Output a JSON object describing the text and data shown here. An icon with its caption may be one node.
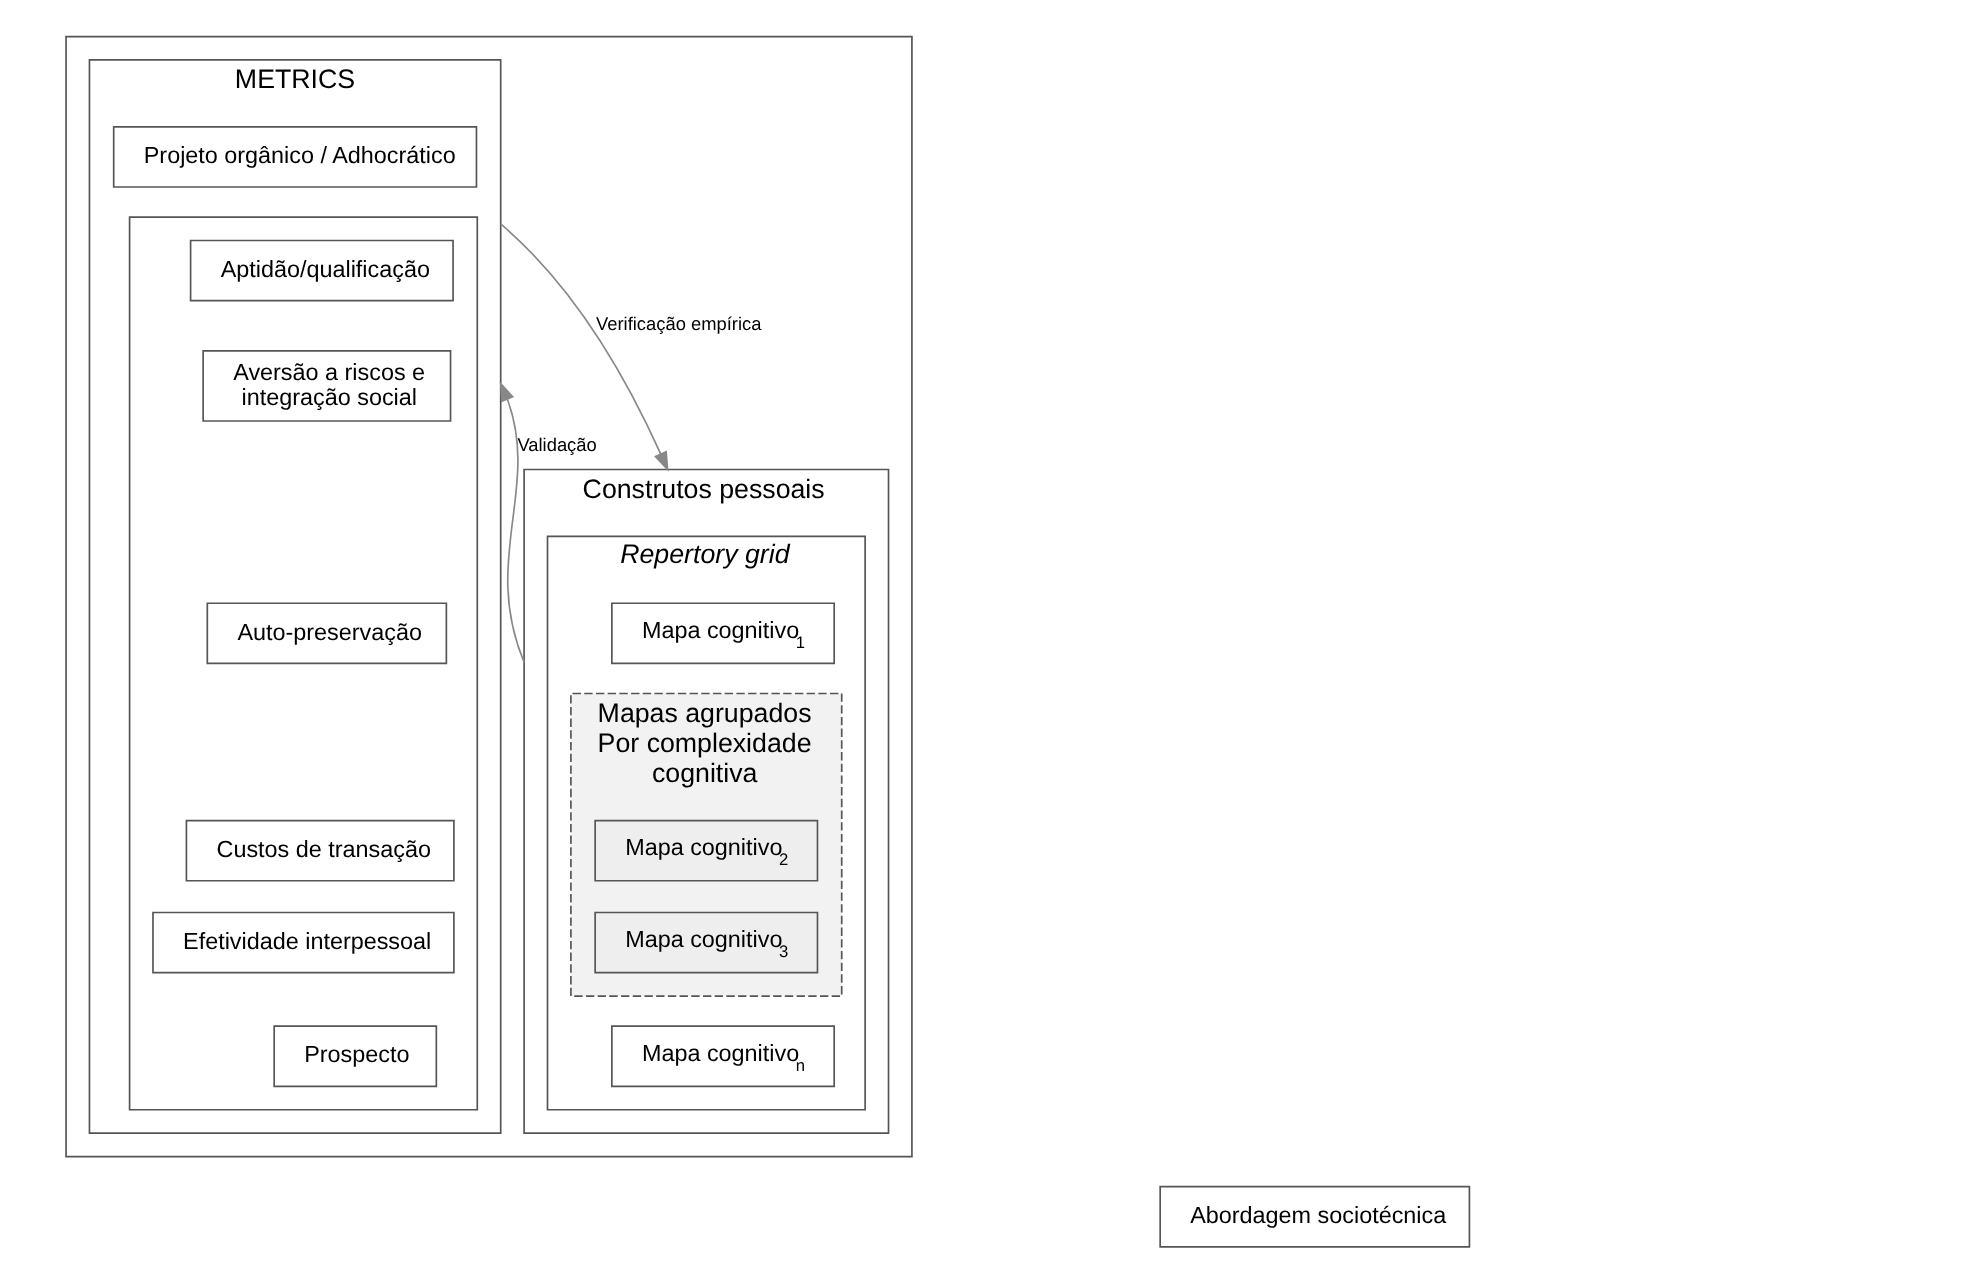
{
  "diagram": {
    "nodes": [
      {
        "text": [],
        "shape": "box"
      },
      {
        "text": [
          "METRICS"
        ],
        "in": 0
      },
      {
        "text": [
          "Projeto orgânico / Adhocrático"
        ],
        "in": 1
      },
      {
        "text": [],
        "shape": "box",
        "in": 1
      },
      {
        "text": [
          "Aptidão/qualificação"
        ],
        "in": 3
      },
      {
        "text": [
          "Aversão a riscos e integração social"
        ],
        "in": 3
      },
      {
        "text": [
          "Auto-preservação"
        ],
        "in": 3
      },
      {
        "text": [
          "Custos de transação"
        ],
        "in": 3
      },
      {
        "text": [
          "Efetividade interpessoal"
        ],
        "in": 3
      },
      {
        "text": [
          "Prospecto"
        ],
        "in": 3
      },
      {
        "text": [
          "Construtos pessoais"
        ],
        "in": 0
      },
      {
        "text": [
          "Repertory grid"
        ],
        "in": 10
      },
      {
        "text": [
          "Mapa cognitivo$_{1}$"
        ],
        "in": 11
      },
      {
        "text": [
          "Mapas agrupados Por complexidade cognitiva"
        ],
        "in": 11
      },
      {
        "text": [
          "Mapa cognitivo$_{2}$"
        ],
        "in": 13
      },
      {
        "text": [
          "Mapa cognitivo$_{3}$"
        ],
        "in": 13
      },
      {
        "text": [
          "Mapa cognitivo$_{n}$"
        ],
        "in": 11
      },
      {
        "text": [
          "Abordagem sociotécnica"
        ]
      }
    ],
    "edges": [
      {
        "from": 1,
        "to": 10,
        "arrow": "to",
        "label": "Verificação empírica"
      },
      {
        "from": 10,
        "to": 1,
        "arrow": "to",
        "label": "Validação"
      }
    ]
  }
}
